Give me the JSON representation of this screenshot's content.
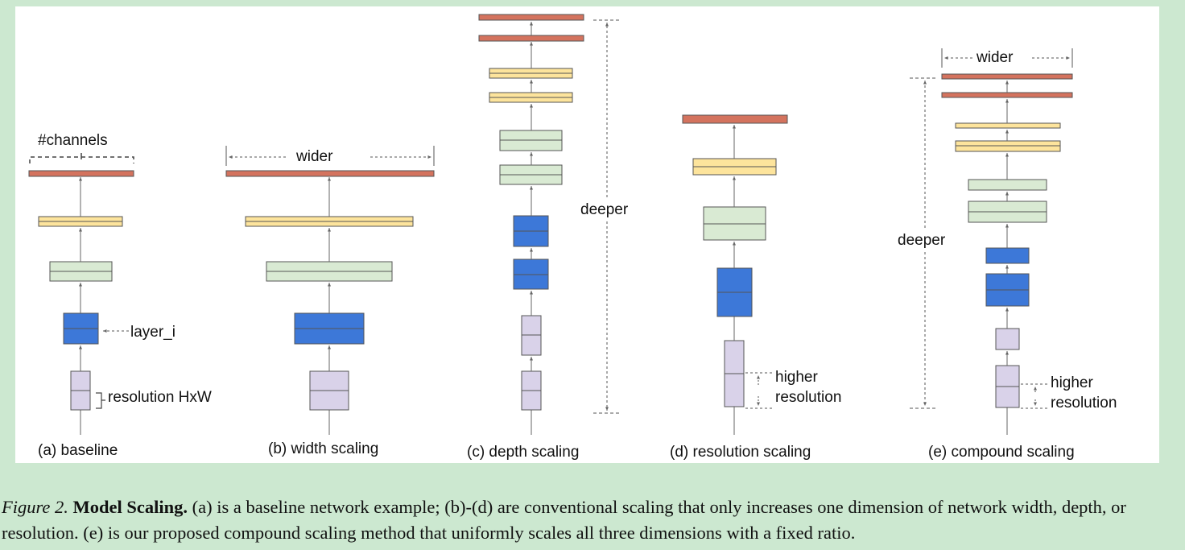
{
  "labels": {
    "channels": "#channels",
    "layer_i": "layer_i",
    "resolution_hxw": "resolution HxW",
    "wider_b": "wider",
    "wider_e": "wider",
    "deeper_c": "deeper",
    "deeper_e": "deeper",
    "higher_d": "higher",
    "resolution_d": "resolution",
    "higher_e": "higher",
    "resolution_e": "resolution"
  },
  "subcaptions": {
    "a": "(a) baseline",
    "b": "(b) width scaling",
    "c": "(c) depth scaling",
    "d": "(d) resolution scaling",
    "e": "(e) compound scaling"
  },
  "caption": {
    "figure_label": "Figure 2.",
    "title": "Model Scaling.",
    "text": " (a) is a baseline network example; (b)-(d) are conventional scaling that only increases one dimension of network width, depth, or resolution. (e) is our proposed compound scaling method that uniformly scales all three dimensions with a fixed ratio."
  },
  "colors": {
    "red": "#d4735e",
    "yellow": "#fde49c",
    "green": "#d9ead3",
    "blue": "#3d78d8",
    "purple": "#d9d2e9",
    "stroke": "#555555",
    "background": "#cce8d0"
  }
}
